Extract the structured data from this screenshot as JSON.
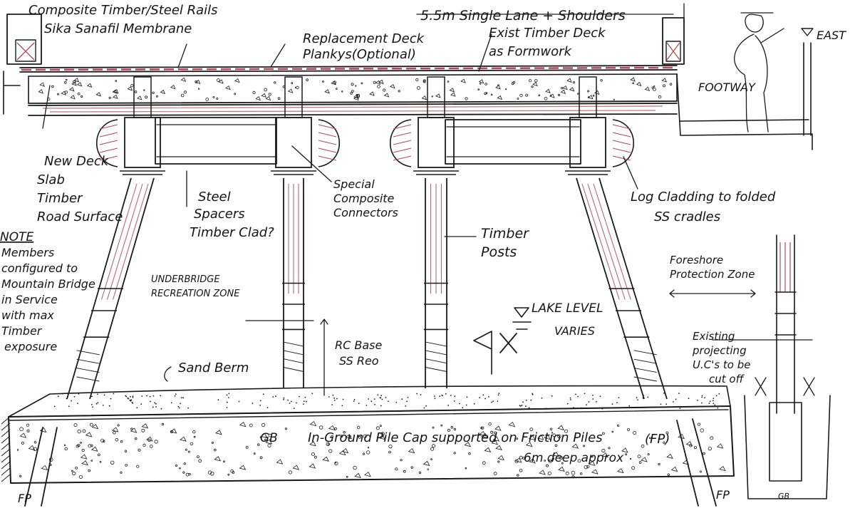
{
  "colors": {
    "ink": "#1a1a1a",
    "timber": "#b04a5a",
    "paper": "#ffffff"
  },
  "labels": {
    "rails": "Composite Timber/Steel Rails",
    "membrane": "Sika Sanafil Membrane",
    "replacement_deck_1": "Replacement Deck",
    "replacement_deck_2": "Plankys(Optional)",
    "exist_deck_1": "Exist Timber Deck",
    "exist_deck_2": "as Formwork",
    "width": "5.5m Single Lane + Shoulders",
    "east": "EAST",
    "footway": "FOOTWAY",
    "new_deck_1": "New Deck",
    "new_deck_2": "Slab",
    "new_deck_3": "Timber",
    "new_deck_4": "Road Surface",
    "spacers_1": "Steel",
    "spacers_2": "Spacers",
    "spacers_3": "Timber Clad?",
    "connectors_1": "Special",
    "connectors_2": "Composite",
    "connectors_3": "Connectors",
    "posts_1": "Timber",
    "posts_2": "Posts",
    "cladding_1": "Log Cladding to folded",
    "cladding_2": "SS cradles",
    "note_head": "NOTE",
    "note_1": "Members",
    "note_2": "configured to",
    "note_3": "Mountain Bridge",
    "note_4": "in Service",
    "note_5": "with max",
    "note_6": "Timber",
    "note_7": "exposure",
    "recreation_1": "UNDERBRIDGE",
    "recreation_2": "RECREATION ZONE",
    "foreshore_1": "Foreshore",
    "foreshore_2": "Protection Zone",
    "lake_1": "LAKE LEVEL",
    "lake_2": "VARIES",
    "rc_base_1": "RC Base",
    "rc_base_2": "SS Reo",
    "sand_berm": "Sand Berm",
    "projecting_1": "Existing",
    "projecting_2": "projecting",
    "projecting_3": "U.C's to be",
    "projecting_4": "cut off",
    "gb": "GB",
    "pile_cap": "In-Ground Pile Cap supported on Friction Piles",
    "fp": "(FP)",
    "depth": "6m deep approx",
    "fp_left": "FP",
    "fp_right": "FP",
    "gb_small": "GB"
  }
}
